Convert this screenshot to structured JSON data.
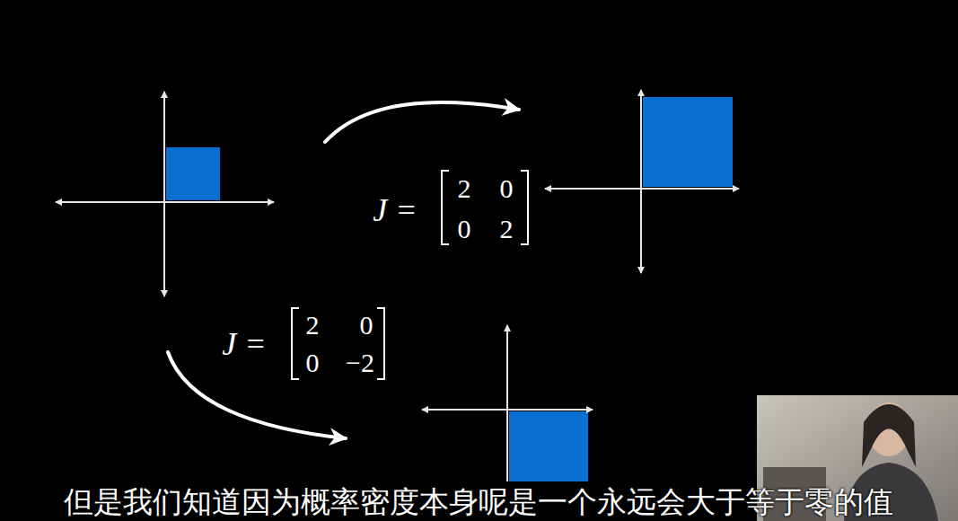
{
  "diagram": {
    "caption": "但是我们知道因为概率密度本身呢是一个永远会大于等于零的值",
    "labels": [
      "J =",
      "2",
      "0",
      "0",
      "2",
      "J =",
      "2",
      "0",
      "0",
      "−2"
    ]
  }
}
